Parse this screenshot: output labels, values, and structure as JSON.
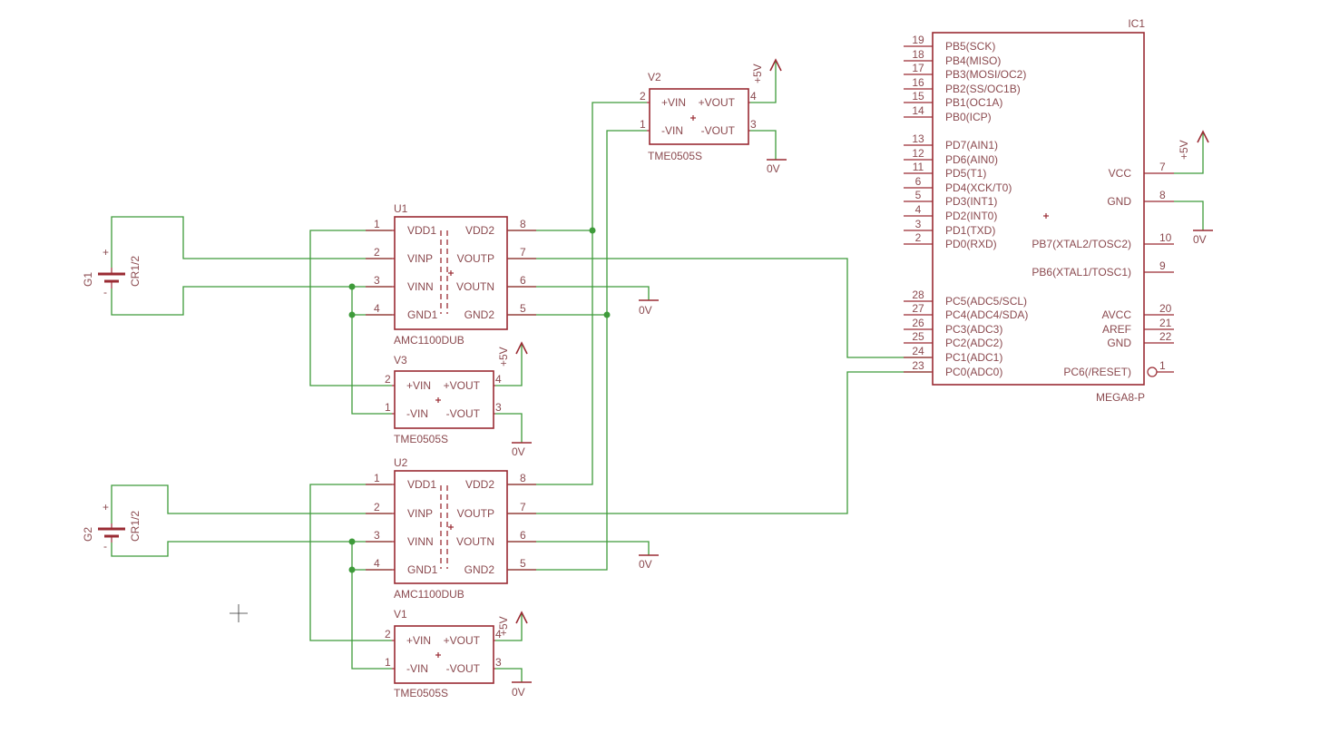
{
  "colors": {
    "part": "#9a2b33",
    "text": "#8b4a4f",
    "wire": "#3e9b3a",
    "background": "#ffffff"
  },
  "supply_labels": {
    "plus5": "+5V",
    "gnd": "0V"
  },
  "batteries": {
    "g1": {
      "name": "G1",
      "value": "CR1/2",
      "plus": "+",
      "minus": "-"
    },
    "g2": {
      "name": "G2",
      "value": "CR1/2",
      "plus": "+",
      "minus": "-"
    }
  },
  "amc": {
    "value": "AMC1100DUB",
    "left_pins": [
      {
        "num": "1",
        "label": "VDD1"
      },
      {
        "num": "2",
        "label": "VINP"
      },
      {
        "num": "3",
        "label": "VINN"
      },
      {
        "num": "4",
        "label": "GND1"
      }
    ],
    "right_pins": [
      {
        "num": "8",
        "label": "VDD2"
      },
      {
        "num": "7",
        "label": "VOUTP"
      },
      {
        "num": "6",
        "label": "VOUTN"
      },
      {
        "num": "5",
        "label": "GND2"
      }
    ],
    "u1": {
      "name": "U1"
    },
    "u2": {
      "name": "U2"
    }
  },
  "tme": {
    "value": "TME0505S",
    "pins": {
      "vin_plus": {
        "num": "2",
        "label": "+VIN"
      },
      "vin_minus": {
        "num": "1",
        "label": "-VIN"
      },
      "vout_plus": {
        "num": "4",
        "label": "+VOUT"
      },
      "vout_minus": {
        "num": "3",
        "label": "-VOUT"
      }
    },
    "v1": {
      "name": "V1"
    },
    "v2": {
      "name": "V2"
    },
    "v3": {
      "name": "V3"
    }
  },
  "mcu": {
    "name": "IC1",
    "value": "MEGA8-P",
    "left_pins": [
      {
        "num": "19",
        "label": "PB5(SCK)"
      },
      {
        "num": "18",
        "label": "PB4(MISO)"
      },
      {
        "num": "17",
        "label": "PB3(MOSI/OC2)"
      },
      {
        "num": "16",
        "label": "PB2(SS/OC1B)"
      },
      {
        "num": "15",
        "label": "PB1(OC1A)"
      },
      {
        "num": "14",
        "label": "PB0(ICP)"
      },
      {
        "num": "13",
        "label": "PD7(AIN1)"
      },
      {
        "num": "12",
        "label": "PD6(AIN0)"
      },
      {
        "num": "11",
        "label": "PD5(T1)"
      },
      {
        "num": "6",
        "label": "PD4(XCK/T0)"
      },
      {
        "num": "5",
        "label": "PD3(INT1)"
      },
      {
        "num": "4",
        "label": "PD2(INT0)"
      },
      {
        "num": "3",
        "label": "PD1(TXD)"
      },
      {
        "num": "2",
        "label": "PD0(RXD)"
      },
      {
        "num": "28",
        "label": "PC5(ADC5/SCL)"
      },
      {
        "num": "27",
        "label": "PC4(ADC4/SDA)"
      },
      {
        "num": "26",
        "label": "PC3(ADC3)"
      },
      {
        "num": "25",
        "label": "PC2(ADC2)"
      },
      {
        "num": "24",
        "label": "PC1(ADC1)"
      },
      {
        "num": "23",
        "label": "PC0(ADC0)"
      }
    ],
    "right_pins": [
      {
        "num": "7",
        "label": "VCC"
      },
      {
        "num": "8",
        "label": "GND"
      },
      {
        "num": "10",
        "label": "PB7(XTAL2/TOSC2)"
      },
      {
        "num": "9",
        "label": "PB6(XTAL1/TOSC1)"
      },
      {
        "num": "20",
        "label": "AVCC"
      },
      {
        "num": "21",
        "label": "AREF"
      },
      {
        "num": "22",
        "label": "GND"
      },
      {
        "num": "1",
        "label": "PC6(/RESET)"
      }
    ]
  }
}
